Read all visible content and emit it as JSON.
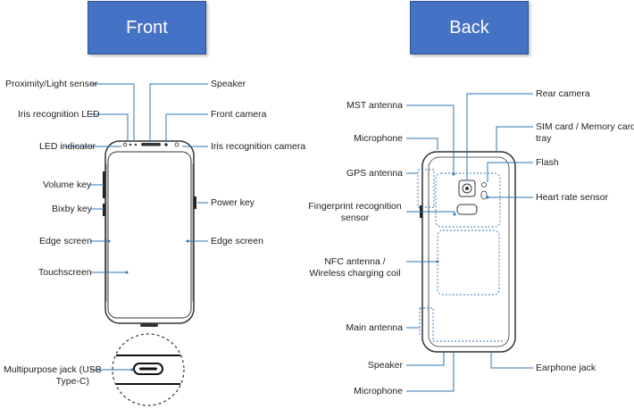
{
  "tabs": {
    "front": "Front",
    "back": "Back"
  },
  "front_labels": {
    "proximity_light_sensor": "Proximity/Light sensor",
    "iris_recognition_led": "Iris recognition LED",
    "led_indicator": "LED indicator",
    "volume_key": "Volume key",
    "bixby_key": "Bixby key",
    "edge_screen_left": "Edge screen",
    "touchscreen": "Touchscreen",
    "multipurpose_jack_line1": "Multipurpose jack (USB",
    "multipurpose_jack_line2": "Type-C)",
    "speaker": "Speaker",
    "front_camera": "Front camera",
    "iris_recognition_camera": "Iris recognition camera",
    "power_key": "Power key",
    "edge_screen_right": "Edge screen"
  },
  "back_labels": {
    "mst_antenna": "MST antenna",
    "microphone_top": "Microphone",
    "gps_antenna": "GPS antenna",
    "fingerprint_line1": "Fingerprint recognition",
    "fingerprint_line2": "sensor",
    "nfc_line1": "NFC antenna /",
    "nfc_line2": "Wireless charging coil",
    "main_antenna": "Main antenna",
    "speaker": "Speaker",
    "microphone_bottom": "Microphone",
    "rear_camera": "Rear camera",
    "sim_line1": "SIM card / Memory card",
    "sim_line2": "tray",
    "flash": "Flash",
    "heart_rate_sensor": "Heart rate sensor",
    "earphone_jack": "Earphone jack"
  },
  "colors": {
    "accent": "#4472c4",
    "leader": "#2e75b6",
    "outline": "#333333"
  }
}
